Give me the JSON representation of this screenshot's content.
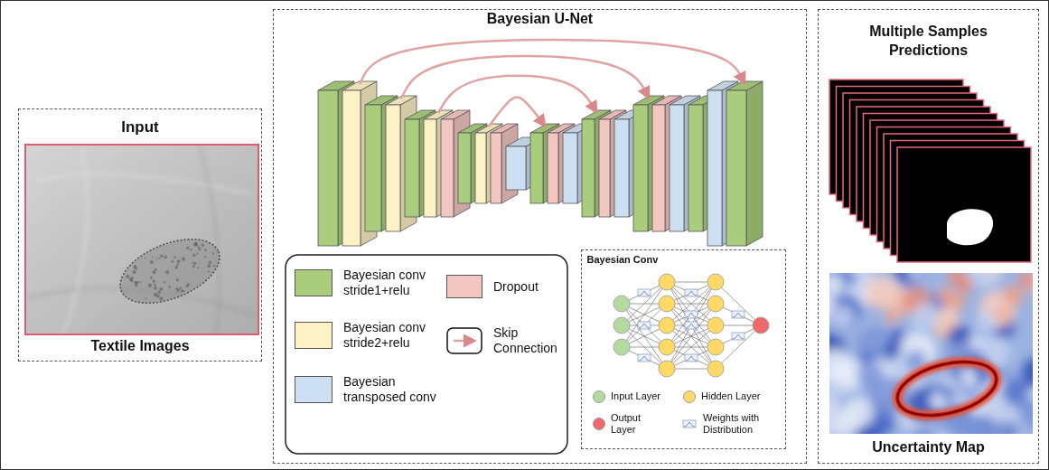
{
  "diagram": {
    "nodes": [
      {
        "text": [
          "Input",
          "Textile Images"
        ]
      },
      {
        "text": [
          "Bayesian U-Net"
        ]
      },
      {
        "text": [
          "Bayesian Conv"
        ],
        "in": 1
      },
      {
        "text": [
          "Multiple Samples Predictions",
          "Uncertainty Map"
        ]
      }
    ],
    "legend": [
      {
        "text": "Bayesian conv stride1+relu",
        "color": "#a9cd7c"
      },
      {
        "text": "Dropout",
        "color": "#f4c6c2"
      },
      {
        "text": "Bayesian conv stride2+relu",
        "color": "#fdf1c6"
      },
      {
        "text": "Skip Connection"
      },
      {
        "text": "Bayesian transposed conv",
        "color": "#cddff2"
      },
      {
        "text": "Input Layer",
        "color": "#b3dba0"
      },
      {
        "text": "Hidden Layer",
        "color": "#ffd966"
      },
      {
        "text": "Output Layer",
        "color": "#ef6a6a"
      },
      {
        "text": "Weights with Distribution"
      }
    ]
  }
}
